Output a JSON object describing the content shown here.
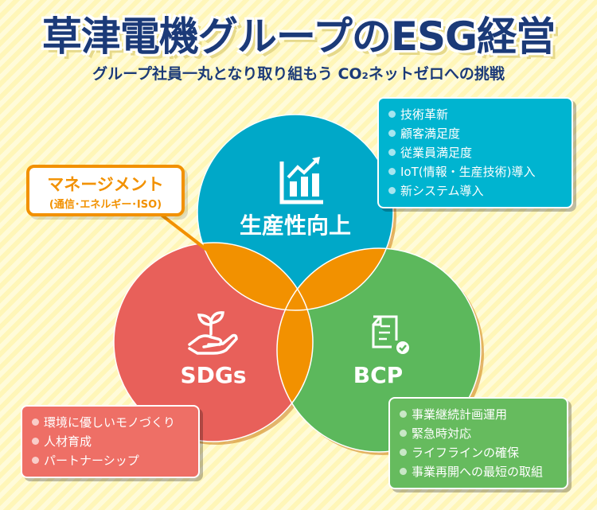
{
  "title": "草津電機グループのESG経営",
  "subtitle": "グループ社員一丸となり取り組もう CO₂ネットゼロへの挑戦",
  "management": {
    "label": "マネージメント",
    "detail": "(通信･エネルギー･ISO)"
  },
  "circles": {
    "productivity": {
      "label": "生産性向上",
      "icon": "bar-chart-growth-icon",
      "color": "#00a8c8",
      "items": [
        "技術革新",
        "顧客満足度",
        "従業員満足度",
        "IoT(情報・生産技術)導入",
        "新システム導入"
      ]
    },
    "sdgs": {
      "label": "SDGs",
      "icon": "hand-sprout-icon",
      "color": "#e8605a",
      "items": [
        "環境に優しいモノづくり",
        "人材育成",
        "パートナーシップ"
      ]
    },
    "bcp": {
      "label": "BCP",
      "icon": "document-check-icon",
      "color": "#5cb85c",
      "items": [
        "事業継続計画運用",
        "緊急時対応",
        "ライフラインの確保",
        "事業再開への最短の取組"
      ]
    }
  },
  "overlap_color": "#f29100"
}
